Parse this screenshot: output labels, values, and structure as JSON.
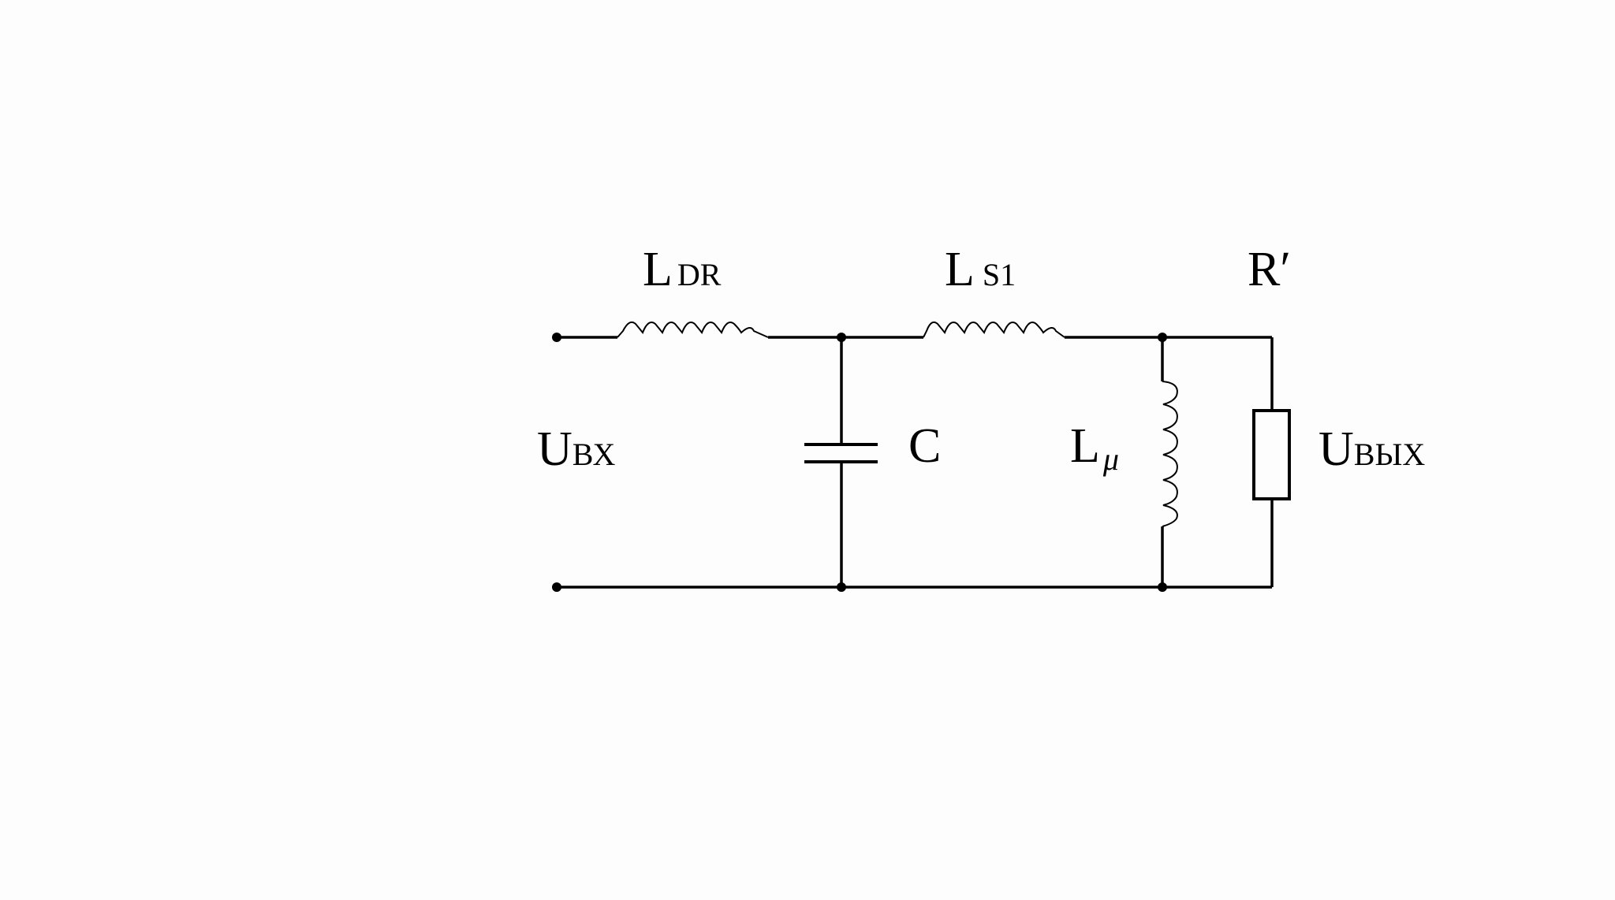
{
  "diagram": {
    "labels": {
      "input_voltage": {
        "main": "U",
        "sub": "ВХ"
      },
      "inductor_dr": {
        "main": "L",
        "sub": "DR"
      },
      "inductor_s1": {
        "main": "L",
        "sub": "S1"
      },
      "capacitor": "C",
      "inductor_mu": {
        "main": "L",
        "sub": "μ"
      },
      "resistor": "R′",
      "output_voltage": {
        "main": "U",
        "sub": "ВЫХ"
      }
    }
  }
}
